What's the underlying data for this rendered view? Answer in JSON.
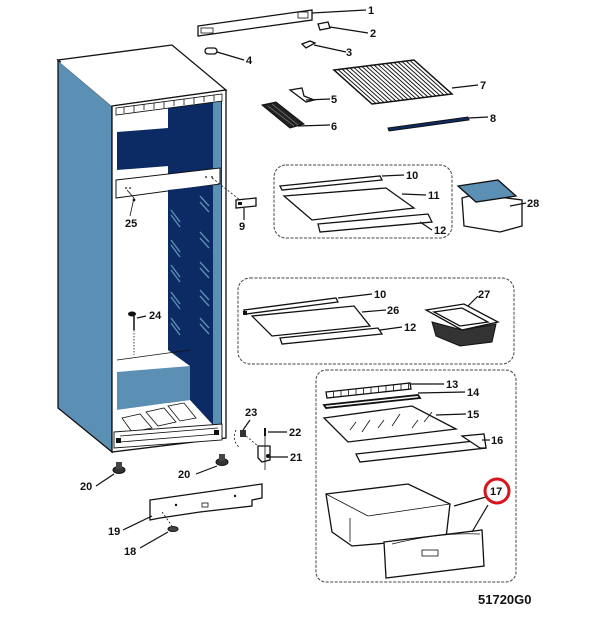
{
  "diagram": {
    "title": "Refrigerator exploded parts view",
    "drawing_code": "51720G0",
    "highlighted_part": "17",
    "colors": {
      "cabinet_side": "#5b8fb3",
      "cabinet_interior": "#0c2a63",
      "highlight_ring": "#d8151b",
      "line": "#111111"
    },
    "callouts": {
      "c1": "1",
      "c2": "2",
      "c3": "3",
      "c4": "4",
      "c5": "5",
      "c6": "6",
      "c7": "7",
      "c8": "8",
      "c9": "9",
      "c10a": "10",
      "c11": "11",
      "c12a": "12",
      "c28a": "28",
      "c10b": "10",
      "c26": "26",
      "c12b": "12",
      "c27": "27",
      "c13": "13",
      "c14": "14",
      "c15": "15",
      "c16": "16",
      "c17": "17",
      "c18": "18",
      "c19": "19",
      "c20a": "20",
      "c20b": "20",
      "c21": "21",
      "c22": "22",
      "c23": "23",
      "c24": "24",
      "c25": "25"
    },
    "groups": [
      {
        "name": "freezer-shelf-group",
        "parts": [
          "10",
          "11",
          "12"
        ]
      },
      {
        "name": "fridge-shelf-group",
        "parts": [
          "10",
          "26",
          "12",
          "27"
        ]
      },
      {
        "name": "crisper-group",
        "parts": [
          "13",
          "14",
          "15",
          "16",
          "17"
        ]
      }
    ]
  }
}
